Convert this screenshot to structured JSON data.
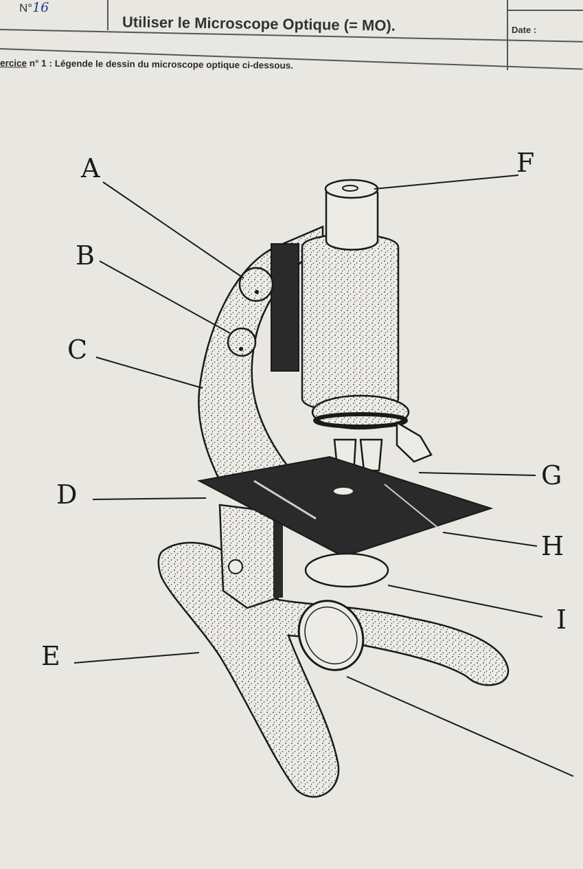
{
  "header": {
    "number_label": "N°",
    "number_handwritten": "16",
    "title": "Utiliser le Microscope Optique (= MO).",
    "date_label": "Date :"
  },
  "exercise": {
    "label": "ercice",
    "number": "n° 1 :",
    "instruction": "Légende le dessin du microscope optique ci-dessous."
  },
  "figure": {
    "labels": [
      "A",
      "B",
      "C",
      "D",
      "E",
      "F",
      "G",
      "H",
      "I"
    ]
  },
  "colors": {
    "paper": "#e9e7e2",
    "ink": "#1a1a1a",
    "handwriting": "#1f3a8a"
  }
}
